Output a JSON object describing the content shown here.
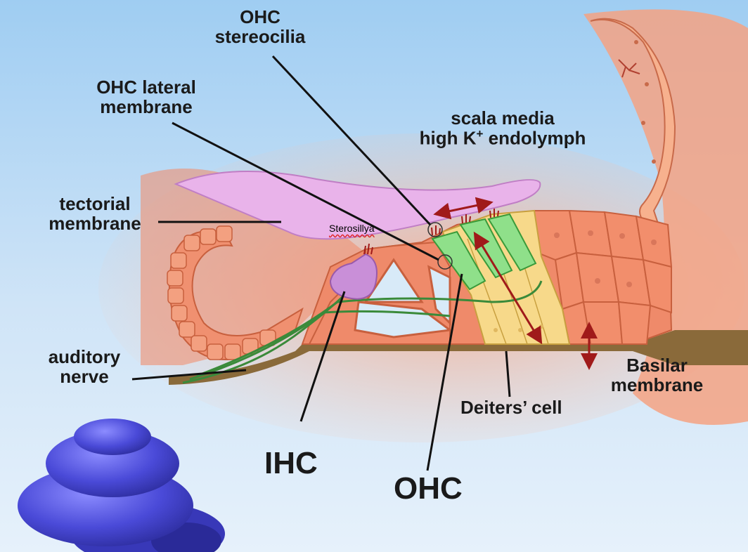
{
  "labels": {
    "ohc_stereocilia": [
      "OHC",
      "stereocilia"
    ],
    "ohc_lateral_membrane": [
      "OHC lateral",
      "membrane"
    ],
    "scala_media": {
      "line1": "scala media",
      "line2_pre": "high K",
      "line2_sup": "+",
      "line2_post": " endolymph"
    },
    "tectorial_membrane": [
      "tectorial",
      "membrane"
    ],
    "sterosillya": "Sterosillya",
    "auditory_nerve": [
      "auditory",
      "nerve"
    ],
    "basilar_membrane": [
      "Basilar",
      "membrane"
    ],
    "deiters_cell": "Deiters’ cell",
    "ihc": "IHC",
    "ohc": "OHC"
  },
  "colors": {
    "background_top": "#9fcdf2",
    "background_bottom": "#e6f1fb",
    "tissue": "#ef8a6a",
    "tissue_light": "#f6b59a",
    "tectorial": "#e9b3ea",
    "ihc": "#c98fd8",
    "ohc": "#8fe08a",
    "deiters": "#f7d98a",
    "basilar": "#8a6a3a",
    "nerve": "#3a8a3a",
    "arrow": "#a01a1a",
    "cochlea": "#5555dd"
  }
}
